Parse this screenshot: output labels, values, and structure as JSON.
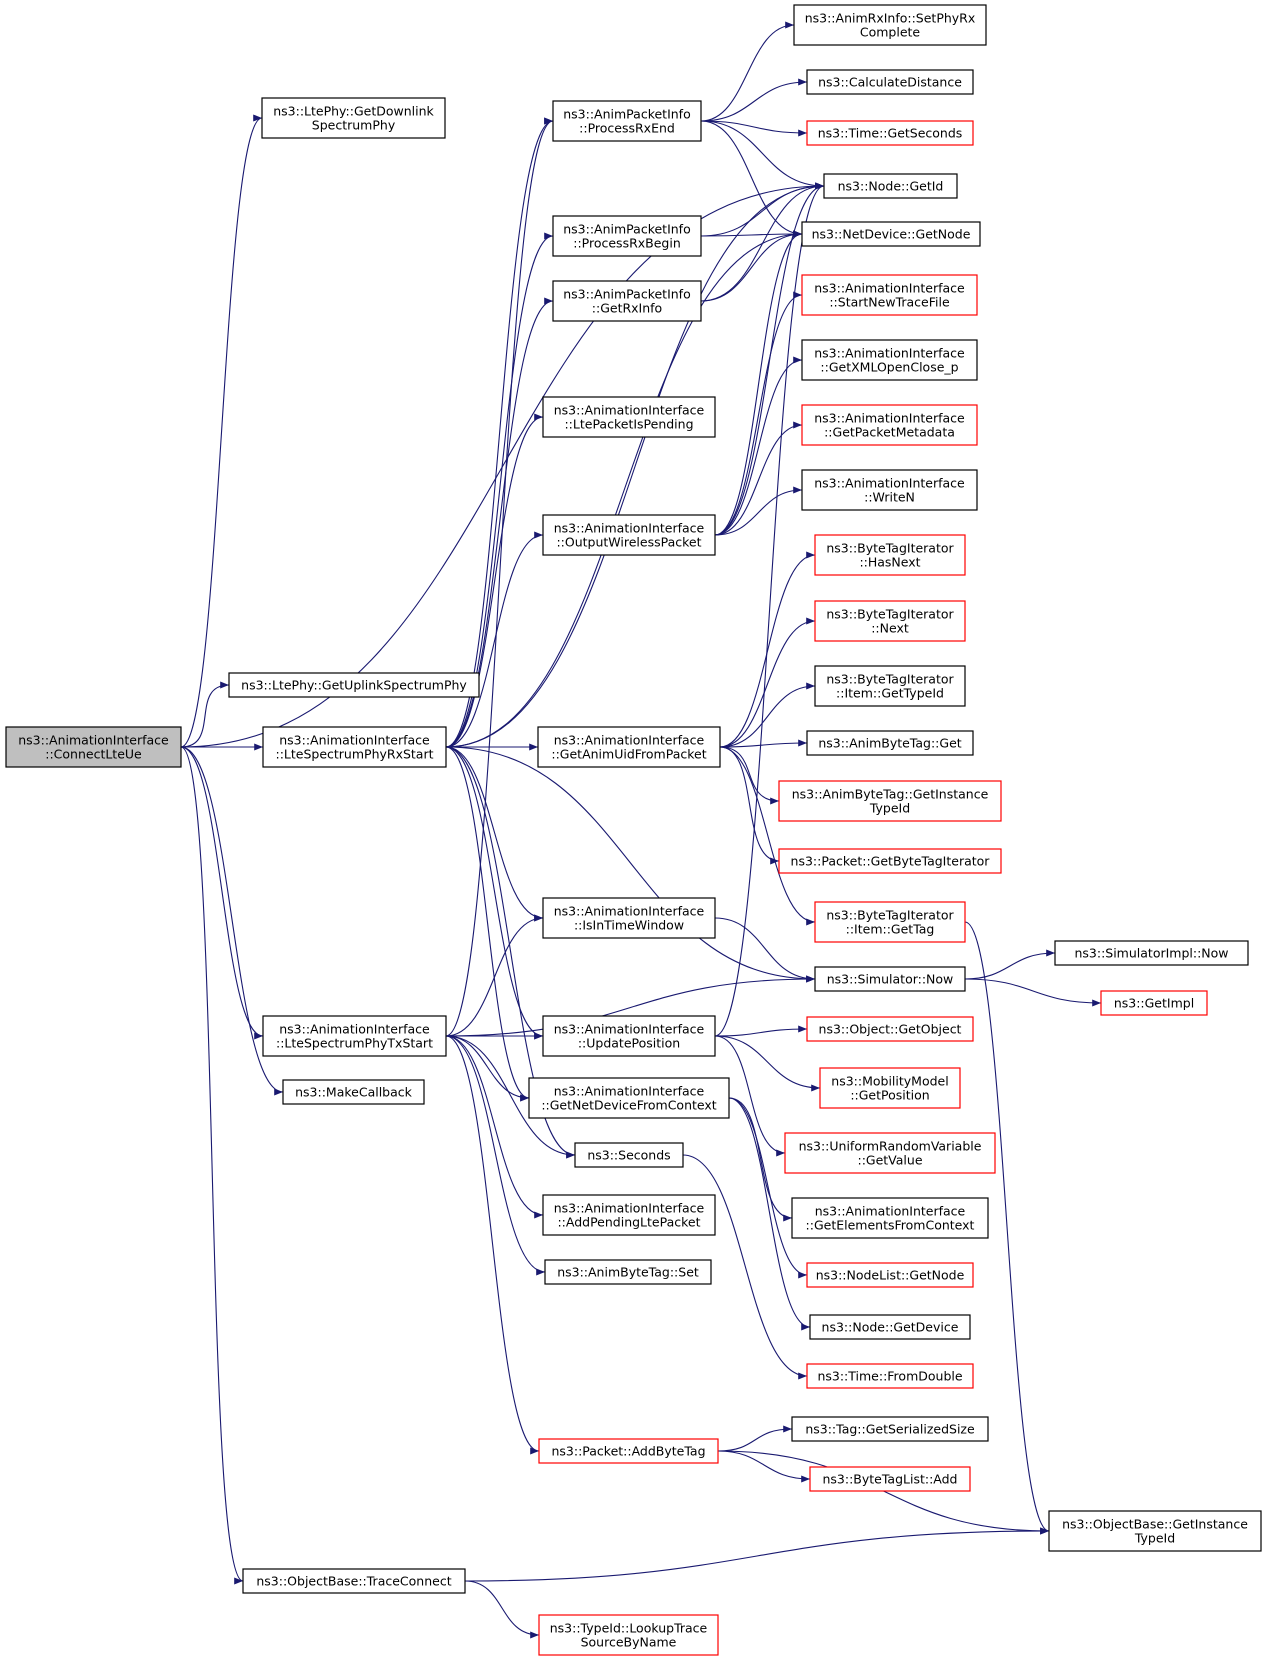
{
  "colors": {
    "edge": "#191970",
    "node_border": "#000000",
    "node_border_incomplete": "#ff0000",
    "root_fill": "#bfbfbf",
    "background": "#ffffff"
  },
  "nodes": [
    {
      "id": "connectLteUe",
      "lines": [
        "ns3::AnimationInterface",
        "::ConnectLteUe"
      ],
      "root": true
    },
    {
      "id": "getDownlink",
      "lines": [
        "ns3::LtePhy::GetDownlink",
        "SpectrumPhy"
      ]
    },
    {
      "id": "getUplink",
      "lines": [
        "ns3::LtePhy::GetUplinkSpectrumPhy"
      ]
    },
    {
      "id": "rxStart",
      "lines": [
        "ns3::AnimationInterface",
        "::LteSpectrumPhyRxStart"
      ]
    },
    {
      "id": "txStart",
      "lines": [
        "ns3::AnimationInterface",
        "::LteSpectrumPhyTxStart"
      ]
    },
    {
      "id": "makeCallback",
      "lines": [
        "ns3::MakeCallback"
      ]
    },
    {
      "id": "traceConnect",
      "lines": [
        "ns3::ObjectBase::TraceConnect"
      ]
    },
    {
      "id": "processRxEnd",
      "lines": [
        "ns3::AnimPacketInfo",
        "::ProcessRxEnd"
      ]
    },
    {
      "id": "processRxBegin",
      "lines": [
        "ns3::AnimPacketInfo",
        "::ProcessRxBegin"
      ]
    },
    {
      "id": "getRxInfo",
      "lines": [
        "ns3::AnimPacketInfo",
        "::GetRxInfo"
      ]
    },
    {
      "id": "ltePacketIsPending",
      "lines": [
        "ns3::AnimationInterface",
        "::LtePacketIsPending"
      ]
    },
    {
      "id": "outputWirelessPacket",
      "lines": [
        "ns3::AnimationInterface",
        "::OutputWirelessPacket"
      ]
    },
    {
      "id": "getAnimUid",
      "lines": [
        "ns3::AnimationInterface",
        "::GetAnimUidFromPacket"
      ]
    },
    {
      "id": "isInTimeWindow",
      "lines": [
        "ns3::AnimationInterface",
        "::IsInTimeWindow"
      ]
    },
    {
      "id": "updatePosition",
      "lines": [
        "ns3::AnimationInterface",
        "::UpdatePosition"
      ]
    },
    {
      "id": "getNetDeviceFromContext",
      "lines": [
        "ns3::AnimationInterface",
        "::GetNetDeviceFromContext"
      ]
    },
    {
      "id": "seconds",
      "lines": [
        "ns3::Seconds"
      ]
    },
    {
      "id": "addPendingLtePacket",
      "lines": [
        "ns3::AnimationInterface",
        "::AddPendingLtePacket"
      ]
    },
    {
      "id": "animByteTagSet",
      "lines": [
        "ns3::AnimByteTag::Set"
      ]
    },
    {
      "id": "addByteTag",
      "lines": [
        "ns3::Packet::AddByteTag"
      ],
      "incomplete": true
    },
    {
      "id": "setPhyRxComplete",
      "lines": [
        "ns3::AnimRxInfo::SetPhyRx",
        "Complete"
      ]
    },
    {
      "id": "calculateDistance",
      "lines": [
        "ns3::CalculateDistance"
      ]
    },
    {
      "id": "timeGetSeconds",
      "lines": [
        "ns3::Time::GetSeconds"
      ],
      "incomplete": true
    },
    {
      "id": "nodeGetId",
      "lines": [
        "ns3::Node::GetId"
      ]
    },
    {
      "id": "netDeviceGetNode",
      "lines": [
        "ns3::NetDevice::GetNode"
      ]
    },
    {
      "id": "startNewTraceFile",
      "lines": [
        "ns3::AnimationInterface",
        "::StartNewTraceFile"
      ],
      "incomplete": true
    },
    {
      "id": "getXmlOpenClose",
      "lines": [
        "ns3::AnimationInterface",
        "::GetXMLOpenClose_p"
      ]
    },
    {
      "id": "getPacketMetadata",
      "lines": [
        "ns3::AnimationInterface",
        "::GetPacketMetadata"
      ],
      "incomplete": true
    },
    {
      "id": "writeN",
      "lines": [
        "ns3::AnimationInterface",
        "::WriteN"
      ]
    },
    {
      "id": "hasNext",
      "lines": [
        "ns3::ByteTagIterator",
        "::HasNext"
      ],
      "incomplete": true
    },
    {
      "id": "next",
      "lines": [
        "ns3::ByteTagIterator",
        "::Next"
      ],
      "incomplete": true
    },
    {
      "id": "itemGetTypeId",
      "lines": [
        "ns3::ByteTagIterator",
        "::Item::GetTypeId"
      ]
    },
    {
      "id": "animByteTagGet",
      "lines": [
        "ns3::AnimByteTag::Get"
      ]
    },
    {
      "id": "animByteTagGetInstanceTypeId",
      "lines": [
        "ns3::AnimByteTag::GetInstance",
        "TypeId"
      ],
      "incomplete": true
    },
    {
      "id": "getByteTagIterator",
      "lines": [
        "ns3::Packet::GetByteTagIterator"
      ],
      "incomplete": true
    },
    {
      "id": "itemGetTag",
      "lines": [
        "ns3::ByteTagIterator",
        "::Item::GetTag"
      ],
      "incomplete": true
    },
    {
      "id": "simulatorNow",
      "lines": [
        "ns3::Simulator::Now"
      ]
    },
    {
      "id": "objectGetObject",
      "lines": [
        "ns3::Object::GetObject"
      ],
      "incomplete": true
    },
    {
      "id": "getPosition",
      "lines": [
        "ns3::MobilityModel",
        "::GetPosition"
      ],
      "incomplete": true
    },
    {
      "id": "uniformGetValue",
      "lines": [
        "ns3::UniformRandomVariable",
        "::GetValue"
      ],
      "incomplete": true
    },
    {
      "id": "getElementsFromContext",
      "lines": [
        "ns3::AnimationInterface",
        "::GetElementsFromContext"
      ]
    },
    {
      "id": "nodeListGetNode",
      "lines": [
        "ns3::NodeList::GetNode"
      ],
      "incomplete": true
    },
    {
      "id": "nodeGetDevice",
      "lines": [
        "ns3::Node::GetDevice"
      ]
    },
    {
      "id": "timeFromDouble",
      "lines": [
        "ns3::Time::FromDouble"
      ],
      "incomplete": true
    },
    {
      "id": "tagGetSerializedSize",
      "lines": [
        "ns3::Tag::GetSerializedSize"
      ]
    },
    {
      "id": "byteTagListAdd",
      "lines": [
        "ns3::ByteTagList::Add"
      ],
      "incomplete": true
    },
    {
      "id": "simulatorImplNow",
      "lines": [
        "ns3::SimulatorImpl::Now"
      ]
    },
    {
      "id": "getImpl",
      "lines": [
        "ns3::GetImpl"
      ],
      "incomplete": true
    },
    {
      "id": "objectBaseGetInstanceTypeId",
      "lines": [
        "ns3::ObjectBase::GetInstance",
        "TypeId"
      ]
    },
    {
      "id": "lookupTraceSource",
      "lines": [
        "ns3::TypeId::LookupTrace",
        "SourceByName"
      ],
      "incomplete": true
    }
  ],
  "edges": [
    [
      "connectLteUe",
      "getDownlink"
    ],
    [
      "connectLteUe",
      "nodeGetId"
    ],
    [
      "connectLteUe",
      "getUplink"
    ],
    [
      "connectLteUe",
      "rxStart"
    ],
    [
      "connectLteUe",
      "txStart"
    ],
    [
      "connectLteUe",
      "makeCallback"
    ],
    [
      "connectLteUe",
      "traceConnect"
    ],
    [
      "rxStart",
      "processRxEnd"
    ],
    [
      "rxStart",
      "processRxBegin"
    ],
    [
      "rxStart",
      "getRxInfo"
    ],
    [
      "rxStart",
      "ltePacketIsPending"
    ],
    [
      "rxStart",
      "outputWirelessPacket"
    ],
    [
      "rxStart",
      "nodeGetId"
    ],
    [
      "rxStart",
      "netDeviceGetNode"
    ],
    [
      "rxStart",
      "getAnimUid"
    ],
    [
      "rxStart",
      "isInTimeWindow"
    ],
    [
      "rxStart",
      "simulatorNow"
    ],
    [
      "rxStart",
      "updatePosition"
    ],
    [
      "rxStart",
      "getNetDeviceFromContext"
    ],
    [
      "rxStart",
      "seconds"
    ],
    [
      "txStart",
      "processRxEnd"
    ],
    [
      "txStart",
      "isInTimeWindow"
    ],
    [
      "txStart",
      "simulatorNow"
    ],
    [
      "txStart",
      "updatePosition"
    ],
    [
      "txStart",
      "getNetDeviceFromContext"
    ],
    [
      "txStart",
      "seconds"
    ],
    [
      "txStart",
      "addPendingLtePacket"
    ],
    [
      "txStart",
      "animByteTagSet"
    ],
    [
      "txStart",
      "addByteTag"
    ],
    [
      "processRxEnd",
      "setPhyRxComplete"
    ],
    [
      "processRxEnd",
      "calculateDistance"
    ],
    [
      "processRxEnd",
      "timeGetSeconds"
    ],
    [
      "processRxEnd",
      "nodeGetId"
    ],
    [
      "processRxEnd",
      "netDeviceGetNode"
    ],
    [
      "processRxBegin",
      "nodeGetId"
    ],
    [
      "processRxBegin",
      "netDeviceGetNode"
    ],
    [
      "getRxInfo",
      "nodeGetId"
    ],
    [
      "getRxInfo",
      "netDeviceGetNode"
    ],
    [
      "outputWirelessPacket",
      "nodeGetId"
    ],
    [
      "outputWirelessPacket",
      "netDeviceGetNode"
    ],
    [
      "outputWirelessPacket",
      "startNewTraceFile"
    ],
    [
      "outputWirelessPacket",
      "getXmlOpenClose"
    ],
    [
      "outputWirelessPacket",
      "getPacketMetadata"
    ],
    [
      "outputWirelessPacket",
      "writeN"
    ],
    [
      "getAnimUid",
      "hasNext"
    ],
    [
      "getAnimUid",
      "next"
    ],
    [
      "getAnimUid",
      "itemGetTypeId"
    ],
    [
      "getAnimUid",
      "animByteTagGet"
    ],
    [
      "getAnimUid",
      "animByteTagGetInstanceTypeId"
    ],
    [
      "getAnimUid",
      "getByteTagIterator"
    ],
    [
      "getAnimUid",
      "itemGetTag"
    ],
    [
      "isInTimeWindow",
      "simulatorNow"
    ],
    [
      "updatePosition",
      "nodeGetId"
    ],
    [
      "updatePosition",
      "objectGetObject"
    ],
    [
      "updatePosition",
      "getPosition"
    ],
    [
      "updatePosition",
      "uniformGetValue"
    ],
    [
      "getNetDeviceFromContext",
      "getElementsFromContext"
    ],
    [
      "getNetDeviceFromContext",
      "nodeListGetNode"
    ],
    [
      "getNetDeviceFromContext",
      "nodeGetDevice"
    ],
    [
      "seconds",
      "timeFromDouble"
    ],
    [
      "addByteTag",
      "tagGetSerializedSize"
    ],
    [
      "addByteTag",
      "byteTagListAdd"
    ],
    [
      "addByteTag",
      "objectBaseGetInstanceTypeId"
    ],
    [
      "itemGetTag",
      "objectBaseGetInstanceTypeId"
    ],
    [
      "simulatorNow",
      "simulatorImplNow"
    ],
    [
      "simulatorNow",
      "getImpl"
    ],
    [
      "traceConnect",
      "objectBaseGetInstanceTypeId"
    ],
    [
      "traceConnect",
      "lookupTraceSource"
    ]
  ]
}
